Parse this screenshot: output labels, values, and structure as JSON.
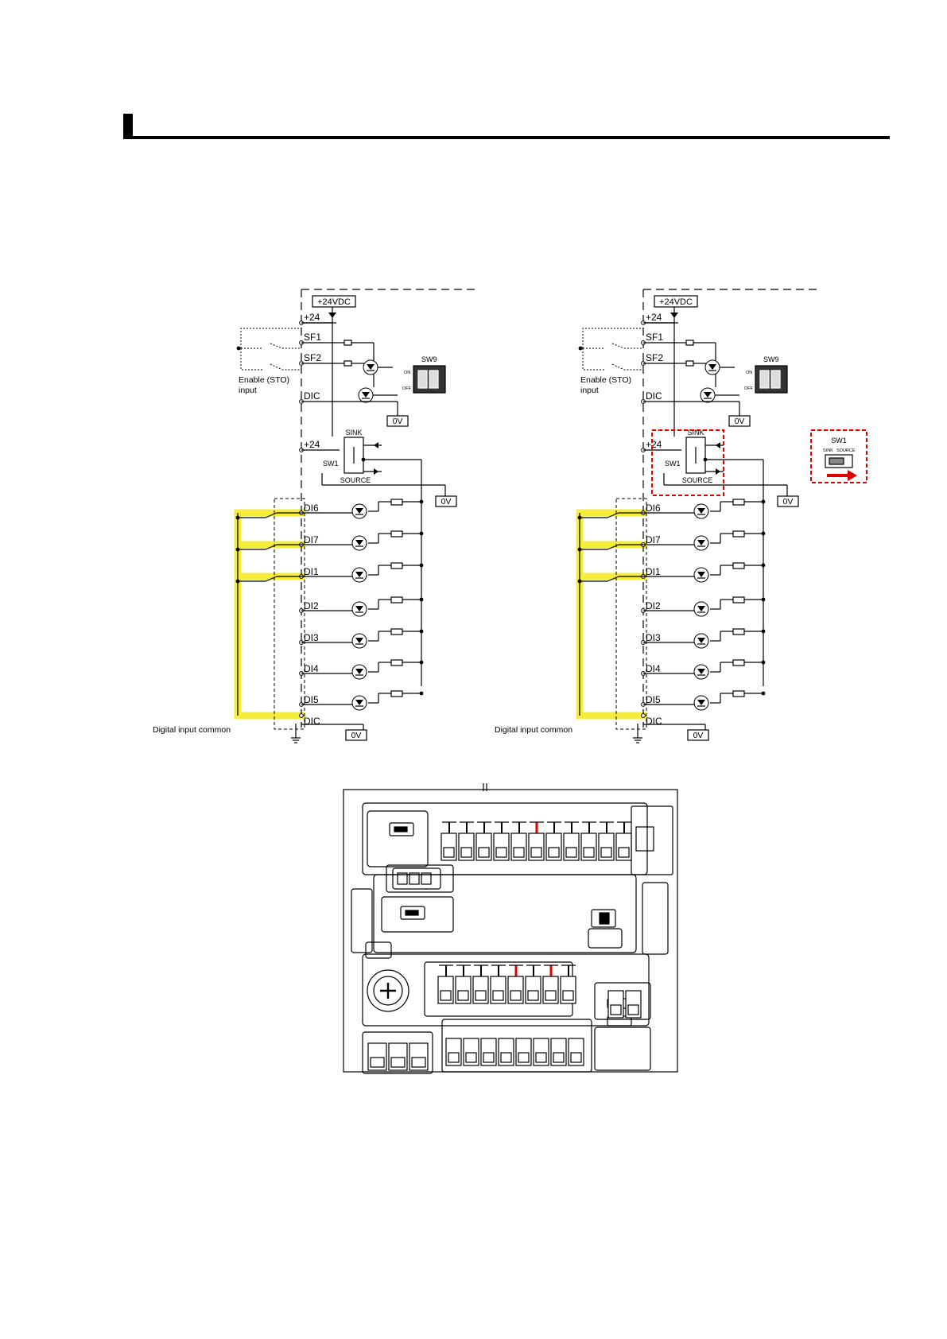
{
  "colors": {
    "highlight": "#f5ec3c",
    "callout": "#e00000",
    "line": "#000000",
    "switch_body": "#333333"
  },
  "diagrams": [
    {
      "id": "left",
      "supply_label": "+24VDC",
      "top_terminals": [
        "+24",
        "SF1",
        "SF2",
        "DIC"
      ],
      "enable_label_line1": "Enable (STO)",
      "enable_label_line2": "input",
      "sw9_label": "SW9",
      "sw9_on": "ON",
      "sw9_off": "OFF",
      "zero_v": "0V",
      "sink_terminal": "+24",
      "sink_label": "SINK",
      "source_label": "SOURCE",
      "sw1_label": "SW1",
      "inputs": [
        "DI6",
        "DI7",
        "DI1",
        "DI2",
        "DI3",
        "DI4",
        "DI5"
      ],
      "common_terminal": "DIC",
      "common_label": "Digital input common"
    },
    {
      "id": "right",
      "supply_label": "+24VDC",
      "top_terminals": [
        "+24",
        "SF1",
        "SF2",
        "DIC"
      ],
      "enable_label_line1": "Enable (STO)",
      "enable_label_line2": "input",
      "sw9_label": "SW9",
      "sw9_on": "ON",
      "sw9_off": "OFF",
      "zero_v": "0V",
      "sink_terminal": "+24",
      "sink_label": "SINK",
      "source_label": "SOURCE",
      "sw1_label": "SW1",
      "inputs": [
        "DI6",
        "DI7",
        "DI1",
        "DI2",
        "DI3",
        "DI4",
        "DI5"
      ],
      "common_terminal": "DIC",
      "common_label": "Digital input common",
      "callout": {
        "title": "SW1",
        "sink": "SINK",
        "source": "SOURCE"
      }
    }
  ]
}
